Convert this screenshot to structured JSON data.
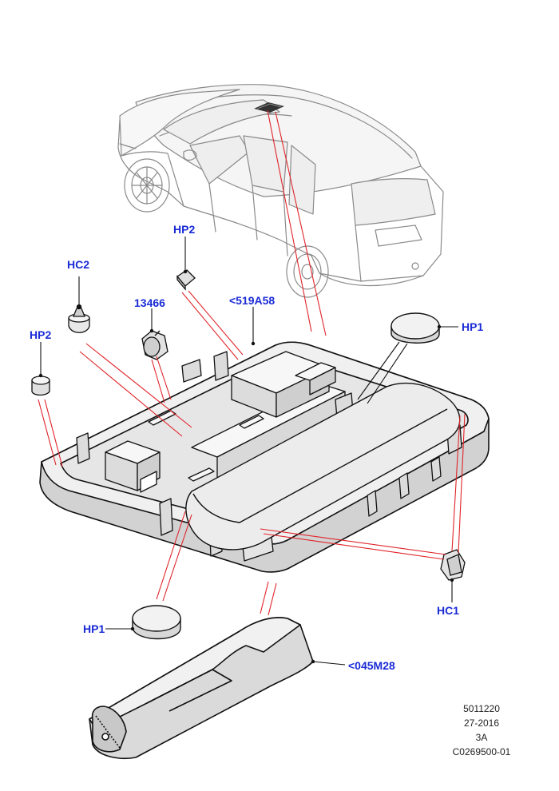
{
  "callouts": {
    "hc2": "HC2",
    "hp2_top": "HP2",
    "part_13466": "13466",
    "part_519a58": "<519A58",
    "hp1_right": "HP1",
    "hp2_left": "HP2",
    "hp1_left": "HP1",
    "hc1": "HC1",
    "part_045m28": "<045M28"
  },
  "reference": {
    "line1": "5011220",
    "line2": "27-2016",
    "line3": "3A",
    "line4": "C0269500-01"
  },
  "colors": {
    "callout_text": "#1a2bd6",
    "leader_line": "#e0242a",
    "drawing_stroke": "#111111",
    "vehicle_stroke": "#8a8a8a",
    "shade": "#cfcfcf",
    "background": "#ffffff"
  }
}
